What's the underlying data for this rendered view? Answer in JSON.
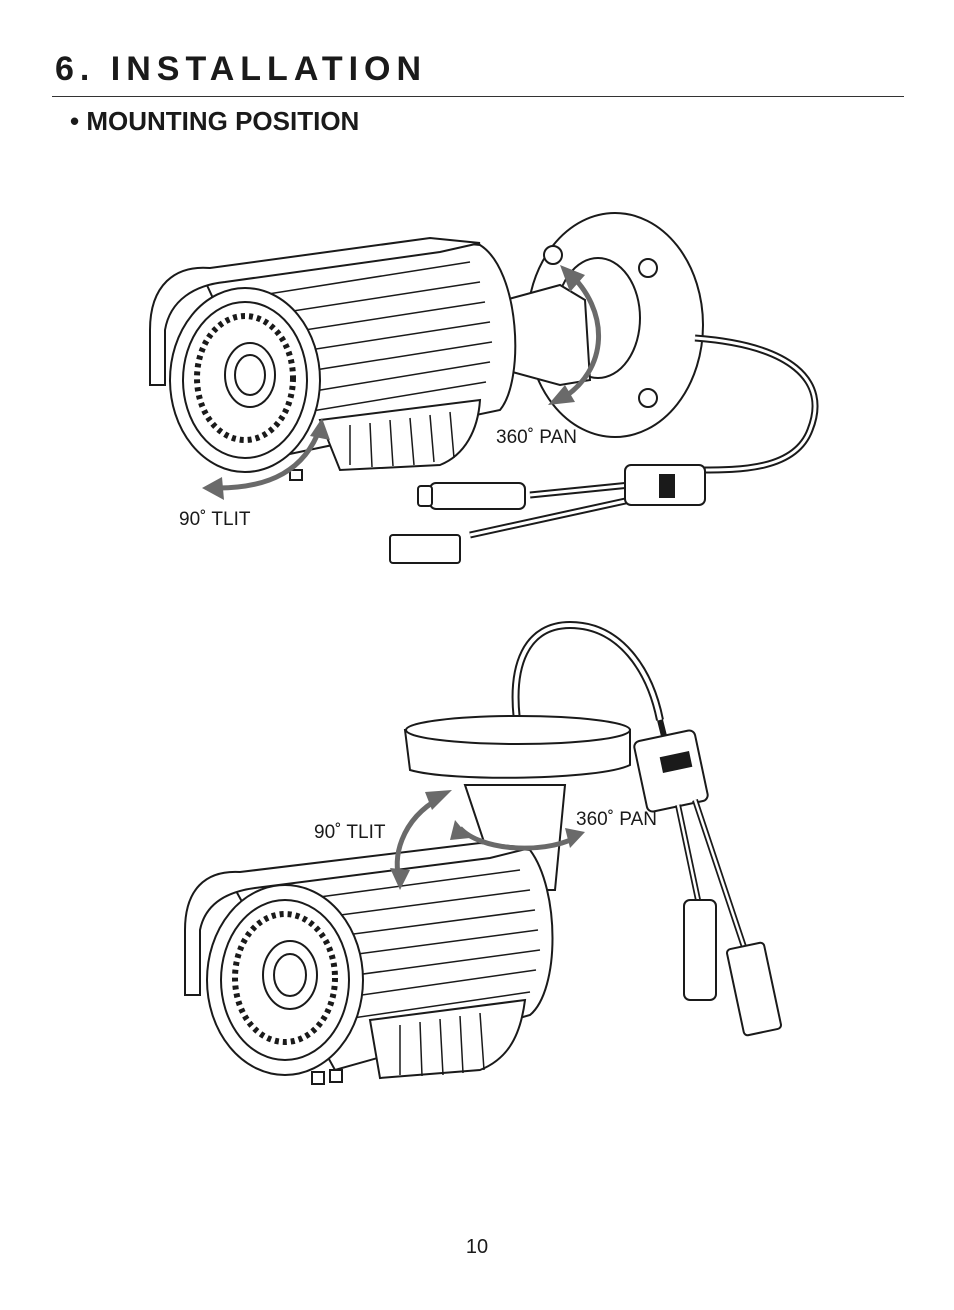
{
  "section": {
    "title": "6. INSTALLATION",
    "subtitle": "• MOUNTING POSITION"
  },
  "figures": {
    "wall_mount": {
      "pan_label": "360˚ PAN",
      "tilt_label": "90˚ TLIT"
    },
    "ceiling_mount": {
      "pan_label": "360˚ PAN",
      "tilt_label": "90˚ TLIT"
    }
  },
  "colors": {
    "line": "#1a1a1a",
    "arrow": "#6a6a6a",
    "fill": "#ffffff"
  },
  "page_number": "10"
}
